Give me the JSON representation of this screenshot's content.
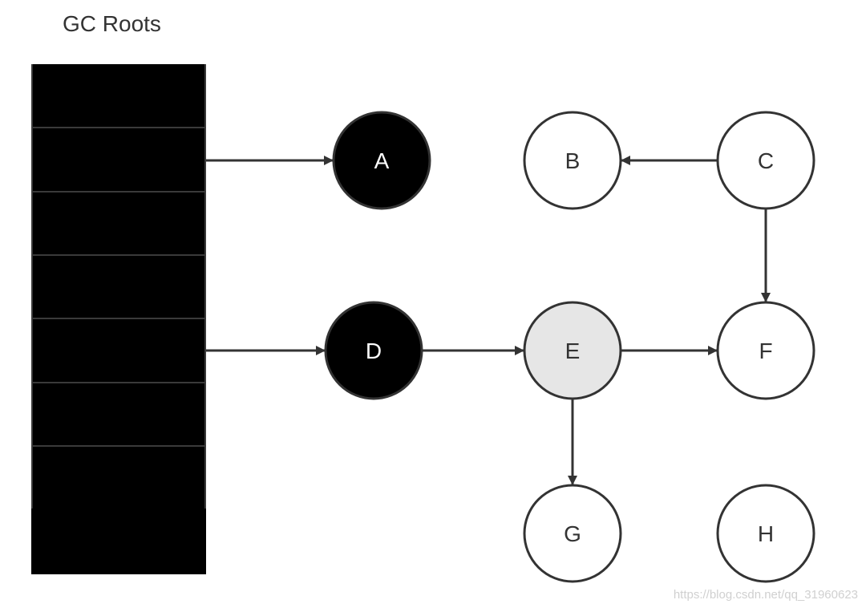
{
  "title": "GC Roots",
  "colors": {
    "reachable": "#000000",
    "in_progress": "#e6e6e6",
    "unvisited": "#ffffff",
    "stroke": "#333333",
    "edge": "#333333"
  },
  "stack": {
    "slots": 7
  },
  "nodes": [
    {
      "id": "A",
      "label": "A",
      "state": "reachable"
    },
    {
      "id": "B",
      "label": "B",
      "state": "unvisited"
    },
    {
      "id": "C",
      "label": "C",
      "state": "unvisited"
    },
    {
      "id": "D",
      "label": "D",
      "state": "reachable"
    },
    {
      "id": "E",
      "label": "E",
      "state": "in_progress"
    },
    {
      "id": "F",
      "label": "F",
      "state": "unvisited"
    },
    {
      "id": "G",
      "label": "G",
      "state": "unvisited"
    },
    {
      "id": "H",
      "label": "H",
      "state": "unvisited"
    }
  ],
  "edges": [
    {
      "from": "gc-roots",
      "to": "A"
    },
    {
      "from": "gc-roots",
      "to": "D"
    },
    {
      "from": "C",
      "to": "B"
    },
    {
      "from": "C",
      "to": "F"
    },
    {
      "from": "D",
      "to": "E"
    },
    {
      "from": "E",
      "to": "F"
    },
    {
      "from": "E",
      "to": "G"
    }
  ],
  "watermark": "https://blog.csdn.net/qq_31960623"
}
